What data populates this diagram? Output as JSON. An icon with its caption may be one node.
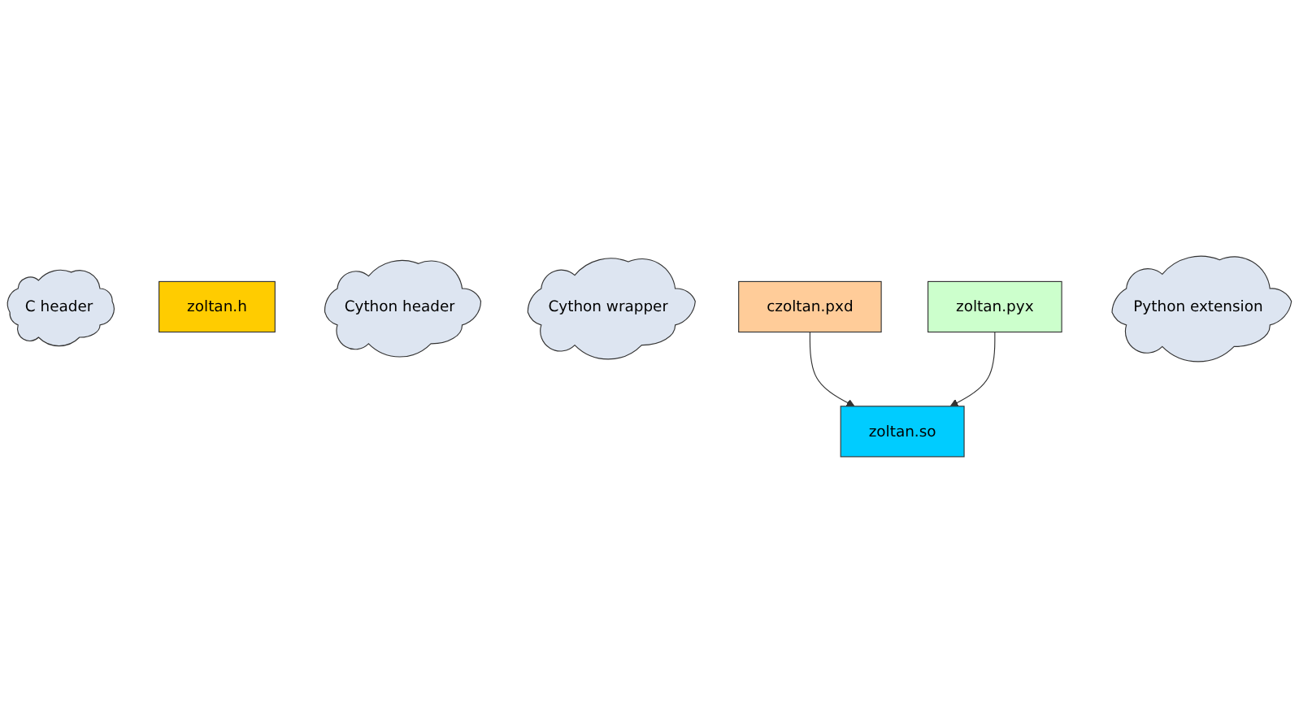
{
  "diagram": {
    "nodes": [
      {
        "text": [
          "C header"
        ]
      },
      {
        "text": [
          "zoltan.h"
        ]
      },
      {
        "text": [
          "Cython header"
        ]
      },
      {
        "text": [
          "Cython wrapper"
        ]
      },
      {
        "text": [
          "czoltan.pxd"
        ]
      },
      {
        "text": [
          "zoltan.pyx"
        ]
      },
      {
        "text": [
          "zoltan.so"
        ]
      },
      {
        "text": [
          "Python extension"
        ]
      }
    ],
    "edges": [
      {
        "from": 4,
        "to": 6,
        "arrow": "to"
      },
      {
        "from": 5,
        "to": 6,
        "arrow": "to"
      }
    ]
  }
}
